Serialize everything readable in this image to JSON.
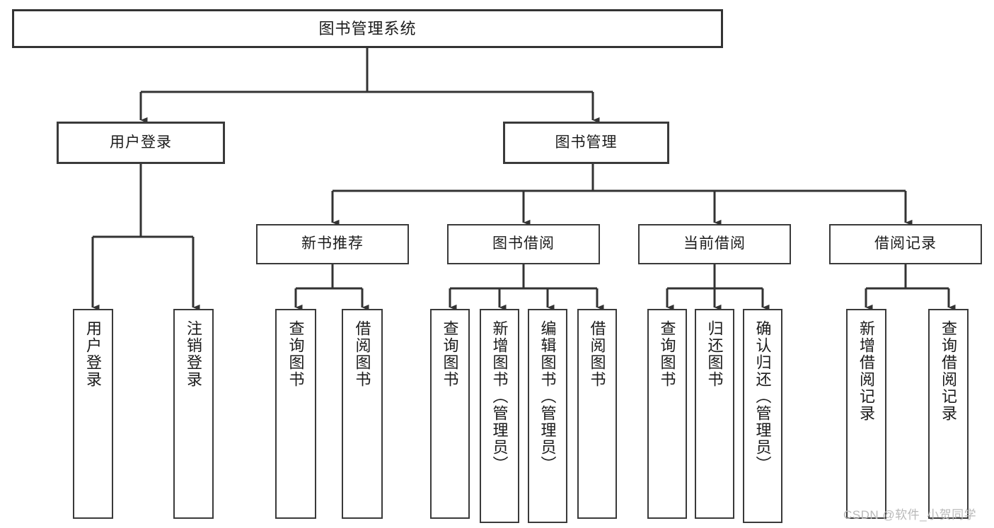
{
  "diagram": {
    "title": "图书管理系统",
    "type": "功能结构图",
    "watermark": "CSDN @软件_小贺同学",
    "colors": {
      "box_border": "#3a3a3a",
      "edge": "#333333",
      "background": "#ffffff",
      "text": "#1b1b1b",
      "watermark": "#b9b9b9"
    },
    "root": {
      "id": "root",
      "label": "图书管理系统"
    },
    "level2": [
      {
        "id": "user-login",
        "label": "用户登录"
      },
      {
        "id": "book-manage",
        "label": "图书管理"
      }
    ],
    "level3": [
      {
        "id": "new-book-recommend",
        "label": "新书推荐",
        "parent": "book-manage"
      },
      {
        "id": "book-borrow",
        "label": "图书借阅",
        "parent": "book-manage"
      },
      {
        "id": "current-borrow",
        "label": "当前借阅",
        "parent": "book-manage"
      },
      {
        "id": "borrow-record",
        "label": "借阅记录",
        "parent": "book-manage"
      }
    ],
    "leaves": {
      "user_login": [
        {
          "id": "leaf-user-login",
          "label": "用户登录"
        },
        {
          "id": "leaf-user-logout",
          "label": "注销登录"
        }
      ],
      "new_book_recommend": [
        {
          "id": "leaf-query-book-1",
          "label": "查询图书"
        },
        {
          "id": "leaf-borrow-book-1",
          "label": "借阅图书"
        }
      ],
      "book_borrow": [
        {
          "id": "leaf-query-book-2",
          "label": "查询图书"
        },
        {
          "id": "leaf-add-book",
          "label": "新增图书（管理员）"
        },
        {
          "id": "leaf-edit-book",
          "label": "编辑图书（管理员）"
        },
        {
          "id": "leaf-borrow-book-2",
          "label": "借阅图书"
        }
      ],
      "current_borrow": [
        {
          "id": "leaf-query-book-3",
          "label": "查询图书"
        },
        {
          "id": "leaf-return-book",
          "label": "归还图书"
        },
        {
          "id": "leaf-confirm-return",
          "label": "确认归还（管理员）"
        }
      ],
      "borrow_record": [
        {
          "id": "leaf-add-record",
          "label": "新增借阅记录"
        },
        {
          "id": "leaf-query-record",
          "label": "查询借阅记录"
        }
      ]
    }
  }
}
